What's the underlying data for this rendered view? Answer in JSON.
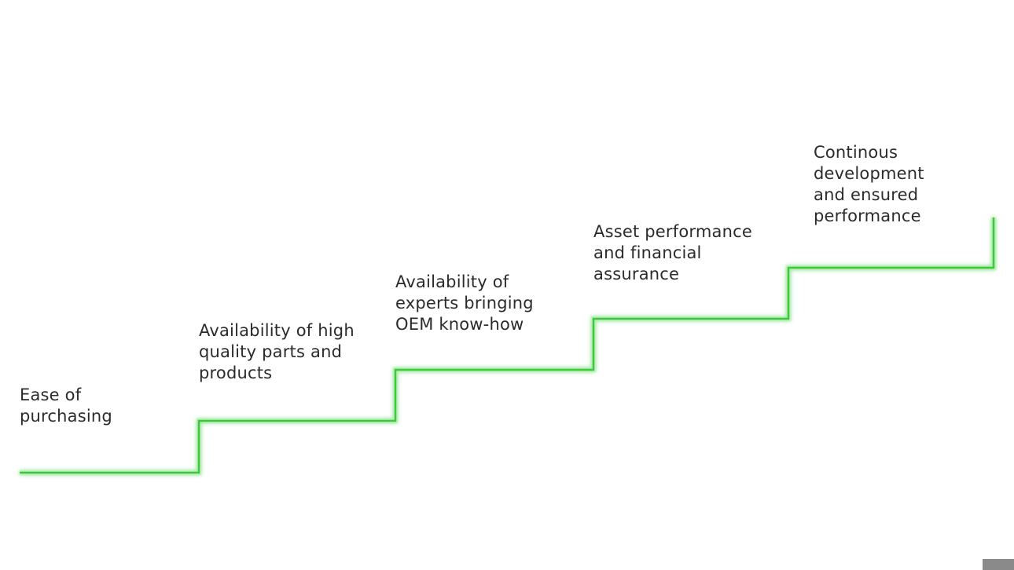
{
  "steps": [
    {
      "label": "Ease of\npurchasing"
    },
    {
      "label": "Availability of high\nquality parts and\nproducts"
    },
    {
      "label": "Availability of\nexperts bringing\nOEM know-how"
    },
    {
      "label": "Asset performance\nand financial\nassurance"
    },
    {
      "label": "Continous\ndevelopment\nand ensured\nperformance"
    }
  ],
  "colors": {
    "line": "#3cc83c",
    "glow": "#b6f0b6",
    "text": "#2b2b2b",
    "corner_tab": "#8a8a8a"
  }
}
